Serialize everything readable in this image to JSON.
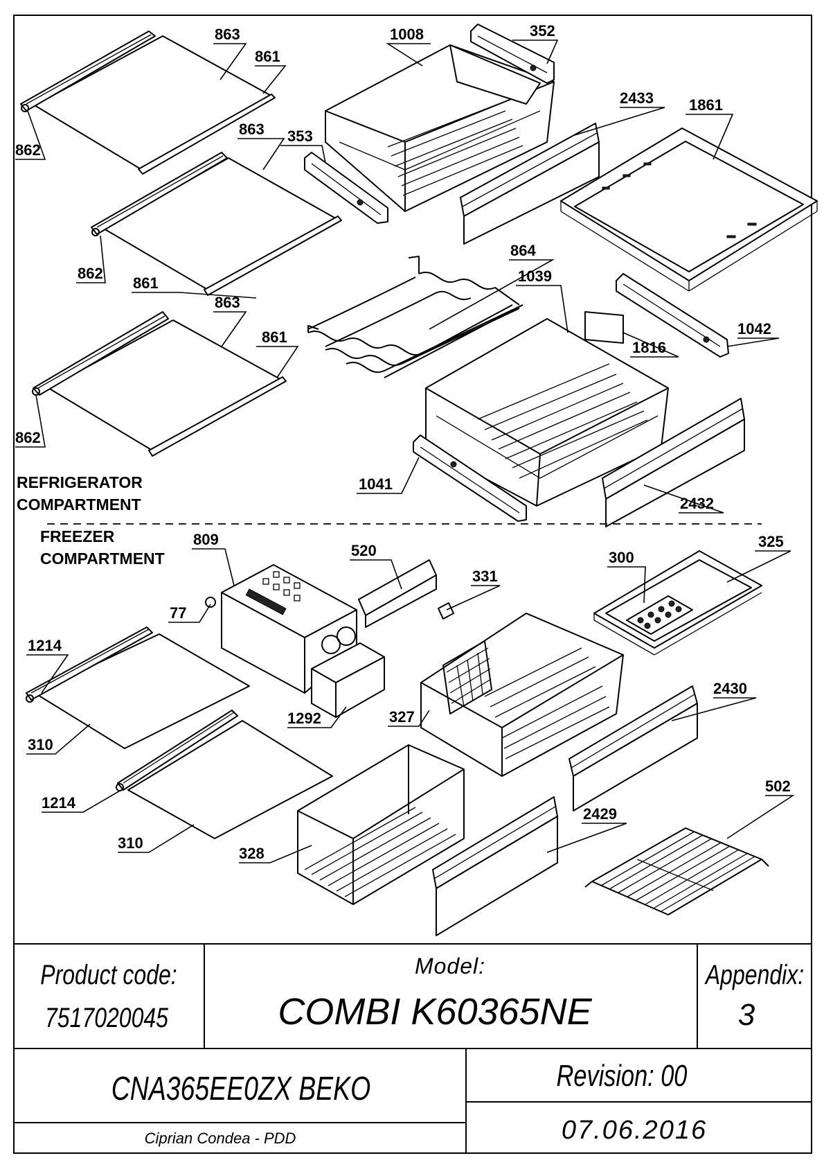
{
  "sections": {
    "refrigerator": [
      "REFRIGERATOR",
      "COMPARTMENT"
    ],
    "freezer": [
      "FREEZER",
      "COMPARTMENT"
    ]
  },
  "callouts": {
    "shelf_glass_1": "863",
    "shelf_profile_1": "861",
    "shelf_front_1": "862",
    "shelf_glass_2": "863",
    "shelf_profile_2": "861",
    "shelf_front_2": "862",
    "shelf_glass_3": "863",
    "shelf_profile_3": "861",
    "shelf_front_3": "862",
    "drawer_1008": "1008",
    "rail_352": "352",
    "rail_353": "353",
    "cover_2433": "2433",
    "cover_1861": "1861",
    "wine_rack": "864",
    "drawer_1039": "1039",
    "label_1816": "1816",
    "rail_1042": "1042",
    "rail_1041": "1041",
    "cover_2432": "2432",
    "icemaker_809": "809",
    "knob_77": "77",
    "plate_520": "520",
    "clip_331": "331",
    "tray_300": "300",
    "tray_325": "325",
    "shelf_front_1214a": "1214",
    "shelf_glass_310a": "310",
    "shelf_front_1214b": "1214",
    "shelf_glass_310b": "310",
    "bin_1292": "1292",
    "basket_327": "327",
    "cover_2430": "2430",
    "basket_328": "328",
    "cover_2429": "2429",
    "wire_shelf_502": "502"
  },
  "title_block": {
    "product_code_label": "Product code:",
    "product_code_value": "7517020045",
    "model_label": "Model:",
    "model_value": "COMBI K60365NE",
    "appendix_label": "Appendix:",
    "appendix_value": "3",
    "variant": "CNA365EE0ZX BEKO",
    "revision": "Revision: 00",
    "author": "Ciprian Condea - PDD",
    "date": "07.06.2016"
  }
}
